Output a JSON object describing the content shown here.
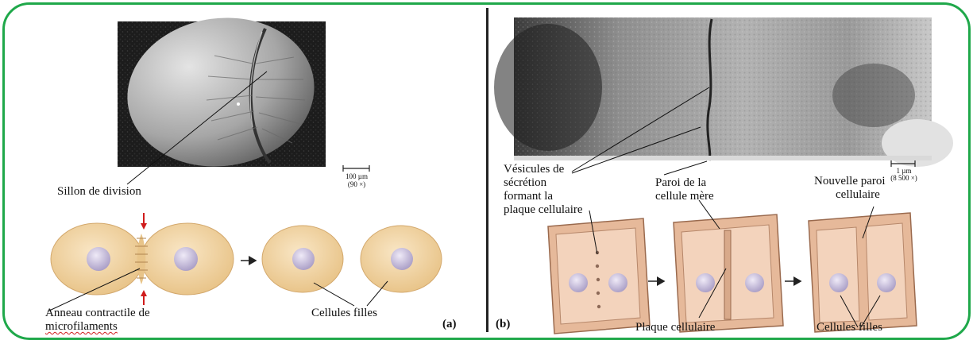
{
  "colors": {
    "border": "#1fa84a",
    "cell": "#f1d3a0",
    "nucleus": "#c8bfdc",
    "plant": "#e6b99a",
    "arrow_red": "#d01c1c"
  },
  "panel_a": {
    "label": "(a)",
    "scale_value": "100 µm",
    "scale_mag": "(90 ×)",
    "furrow": "Sillon de division",
    "ring_line1": "Anneau contractile de",
    "ring_line2": "microfilaments",
    "daughters": "Cellules filles"
  },
  "panel_b": {
    "label": "(b)",
    "scale_value": "1 µm",
    "scale_mag": "(8 500 ×)",
    "vesicles_line1": "Vésicules de",
    "vesicles_line2": "sécrétion",
    "vesicles_line3": "formant la",
    "vesicles_line4": "plaque cellulaire",
    "wall_line1": "Paroi de la",
    "wall_line2": "cellule mère",
    "new_wall_line1": "Nouvelle paroi",
    "new_wall_line2": "cellulaire",
    "plate": "Plaque cellulaire",
    "daughters": "Cellules filles"
  }
}
